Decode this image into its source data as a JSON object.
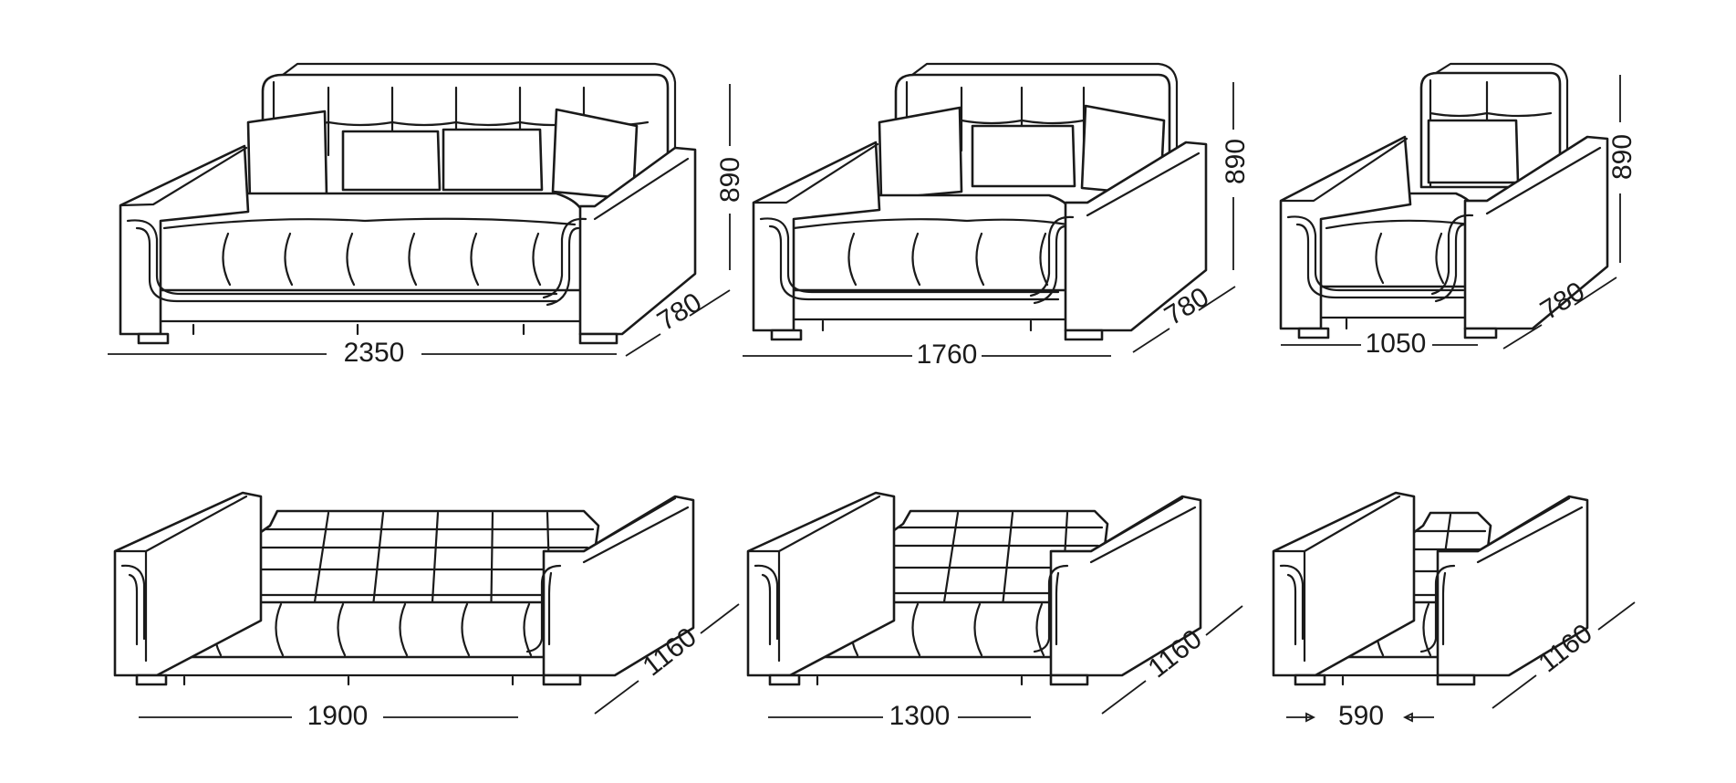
{
  "diagram": {
    "sofa_large": {
      "width": "2350",
      "depth": "780",
      "height": "890"
    },
    "sofa_medium": {
      "width": "1760",
      "depth": "780",
      "height": "890"
    },
    "armchair": {
      "width": "1050",
      "depth": "780",
      "height": "890"
    },
    "sofa_large_bed": {
      "width": "1900",
      "depth": "1160"
    },
    "sofa_medium_bed": {
      "width": "1300",
      "depth": "1160"
    },
    "armchair_bed": {
      "width": "590",
      "depth": "1160"
    }
  },
  "colors": {
    "line": "#1a1a1a",
    "background": "#ffffff"
  }
}
